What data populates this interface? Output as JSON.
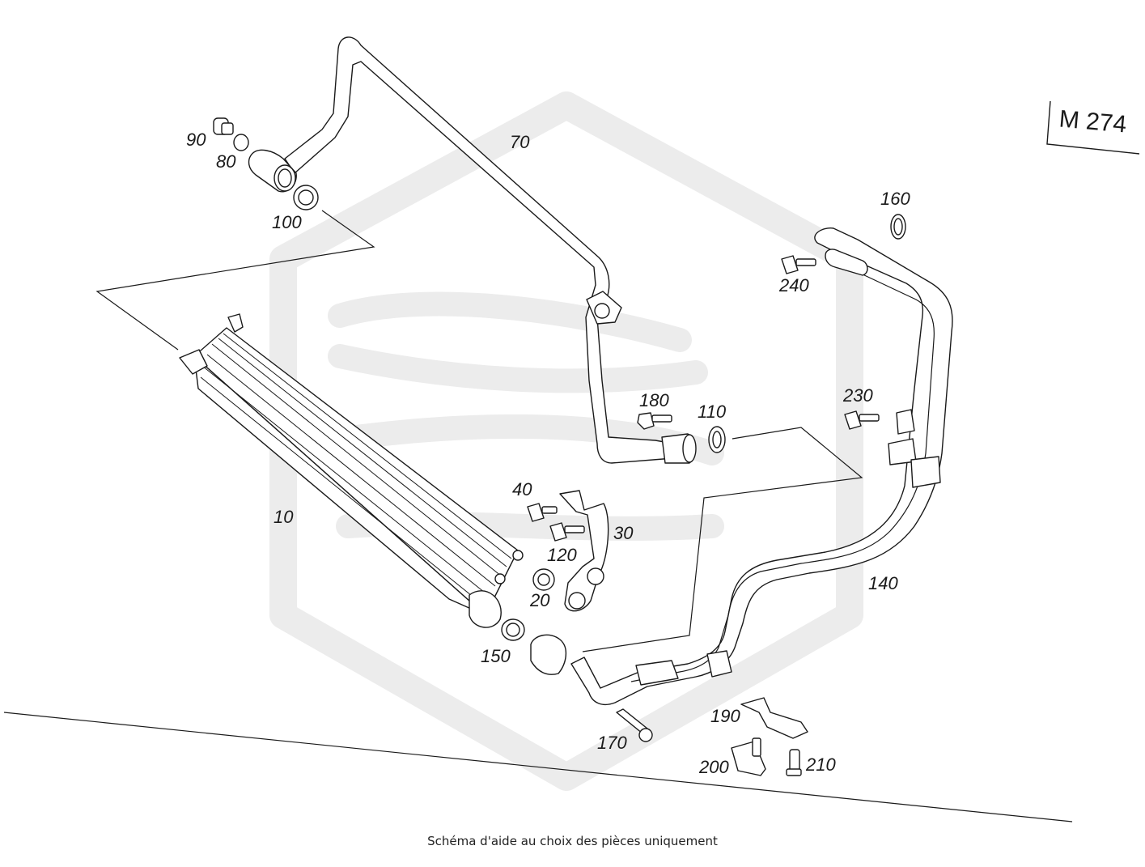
{
  "engine_tag": "M 274",
  "caption": "Schéma d'aide au choix des pièces uniquement",
  "callouts": {
    "p10": "10",
    "p20": "20",
    "p30": "30",
    "p40": "40",
    "p70": "70",
    "p80": "80",
    "p90": "90",
    "p100": "100",
    "p110": "110",
    "p120": "120",
    "p140": "140",
    "p150": "150",
    "p160": "160",
    "p170": "170",
    "p180": "180",
    "p190": "190",
    "p200": "200",
    "p210": "210",
    "p230": "230",
    "p240": "240"
  },
  "colors": {
    "line": "#1a1a1a",
    "watermark": "#ececec",
    "background": "#ffffff"
  }
}
